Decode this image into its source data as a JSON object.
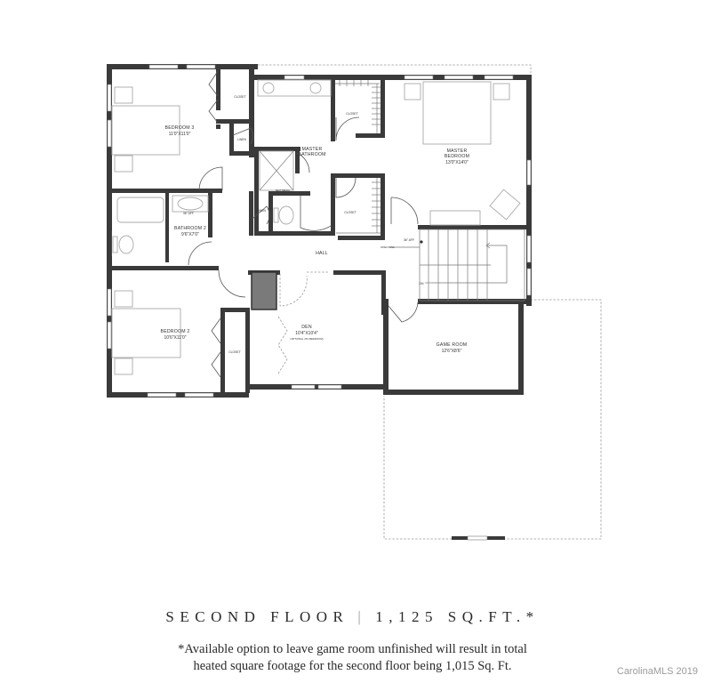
{
  "floor_plan": {
    "rooms": [
      {
        "id": "bedroom3",
        "name": "BEDROOM 3",
        "dimensions": "11'0\"X11'0\""
      },
      {
        "id": "master_bathroom",
        "name": "MASTER BATHROOM",
        "name_line1": "MASTER",
        "name_line2": "BATHROOM"
      },
      {
        "id": "master_bedroom",
        "name": "MASTER BEDROOM",
        "name_line1": "MASTER",
        "name_line2": "BEDROOM",
        "dimensions": "13'0\"X14'0\""
      },
      {
        "id": "bathroom2",
        "name": "BATHROOM 2",
        "dimensions": "9'6\"X7'0\""
      },
      {
        "id": "hall",
        "name": "HALL"
      },
      {
        "id": "bedroom2",
        "name": "BEDROOM 2",
        "dimensions": "10'6\"X11'0\""
      },
      {
        "id": "den",
        "name": "DEN",
        "dimensions": "10'4\"X10'4\"",
        "note": "(OPTIONAL 4TH BEDROOM)"
      },
      {
        "id": "game_room",
        "name": "GAME ROOM",
        "dimensions": "12'6\"X8'6\""
      }
    ],
    "labels": {
      "closet": "CLOSET",
      "linen": "LINEN",
      "seat_bench": "SEAT BENCH",
      "open_rail": "OPEN RAIL",
      "aff_36": "36\" AFF",
      "down": "DN"
    }
  },
  "caption": {
    "title_left": "SECOND FLOOR",
    "separator": "|",
    "title_right": "1,125 SQ.FT.*",
    "footnote_line1": "*Available option to leave game room unfinished will result in total",
    "footnote_line2": "heated square footage for the second floor being 1,015 Sq. Ft."
  },
  "watermark": "CarolinaMLS 2019",
  "colors": {
    "wall": "#3a3a3a",
    "chimney": "#7a7a7a",
    "text": "#2a2a2a",
    "watermark": "#9a9a9a"
  }
}
